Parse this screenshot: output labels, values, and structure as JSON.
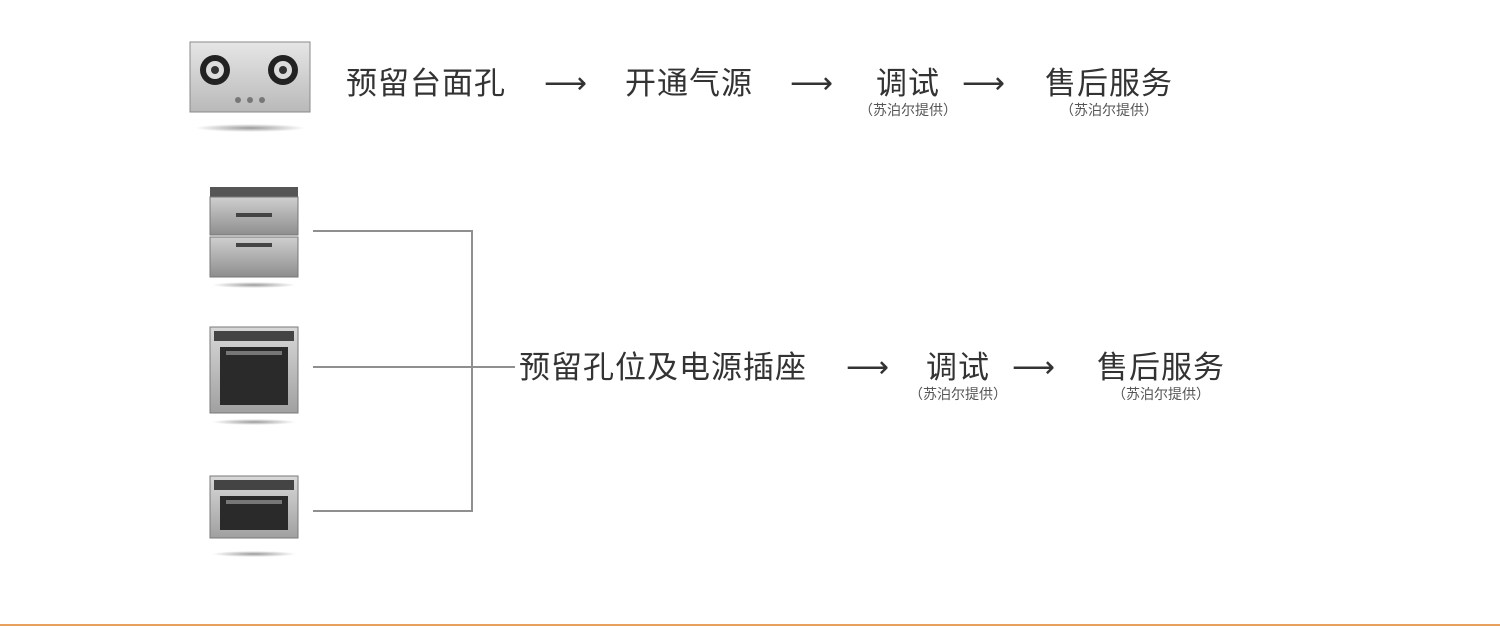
{
  "row1": {
    "steps": [
      "预留台面孔",
      "开通气源",
      "调试",
      "售后服务"
    ],
    "notes": [
      "（苏泊尔提供）",
      "（苏泊尔提供）"
    ]
  },
  "row2": {
    "steps": [
      "预留孔位及电源插座",
      "调试",
      "售后服务"
    ],
    "notes": [
      "（苏泊尔提供）",
      "（苏泊尔提供）"
    ]
  },
  "arrow": "⟶",
  "colors": {
    "bottom_rule": "#e6a15c",
    "connector": "#8f8f8f"
  }
}
